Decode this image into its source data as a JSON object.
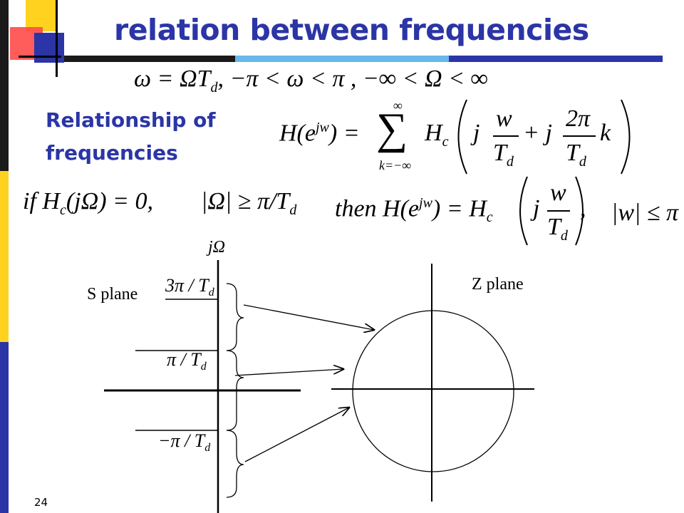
{
  "slide": {
    "title": "relation between frequencies",
    "page_number": "24"
  },
  "equations": {
    "mapping": "ω = ΩT",
    "mapping_rest": ", −π < ω < π , −∞ < Ω < ∞",
    "subscript_d": "d",
    "relationship_label_line1": "Relationship of",
    "relationship_label_line2": "frequencies",
    "H_lhs": "H(e",
    "jw": "jw",
    "eq_sign_sum": ") =",
    "sum_upper": "∞",
    "sum_lower": "k=−∞",
    "Hc": "H",
    "c": "c",
    "j": "j",
    "w": "w",
    "Td": "T",
    "plus_j": "+ j",
    "two_pi": "2π",
    "k": "k",
    "if_part": "if  H",
    "if_rest": "(jΩ) = 0,",
    "abs_cond": "|Ω| ≥ π/T",
    "then_part": "then H(e",
    "then_rest": ") = H",
    "abs_w": "|w| ≤ π"
  },
  "diagram": {
    "s_plane_label": "S plane",
    "z_plane_label": "Z plane",
    "axis_label": "jΩ",
    "tick_3pi": "3π / T",
    "tick_pi": "π / T",
    "tick_neg_pi": "−π / T",
    "tick_sub": "d"
  },
  "colors": {
    "title_blue": "#2b35a6",
    "accent_yellow": "#ffd21f",
    "accent_red": "#ff4a4a",
    "accent_cyan": "#66b9ea"
  }
}
